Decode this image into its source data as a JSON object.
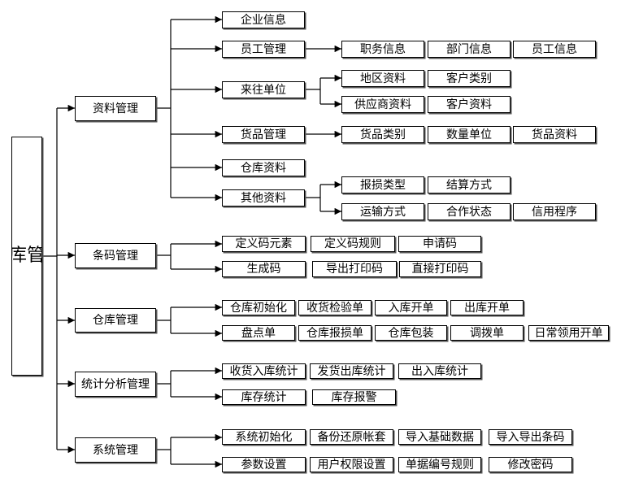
{
  "diagram": {
    "root": "条码仓库管理软件",
    "modules": {
      "m1": "资料管理",
      "m2": "条码管理",
      "m3": "仓库管理",
      "m4": "统计分析管理",
      "m5": "系统管理"
    },
    "nodes": {
      "n_qyxx": "企业信息",
      "n_yggl": "员工管理",
      "n_zwxx": "职务信息",
      "n_bmxx": "部门信息",
      "n_ygxx": "员工信息",
      "n_lwdw": "来往单位",
      "n_dqzl": "地区资料",
      "n_khlb": "客户类别",
      "n_gyszl": "供应商资料",
      "n_khzl": "客户资料",
      "n_hpgl": "货品管理",
      "n_hplb": "货品类别",
      "n_sldw": "数量单位",
      "n_hpzl": "货品资料",
      "n_ckzl": "仓库资料",
      "n_qtzl": "其他资料",
      "n_bslx": "报损类型",
      "n_jsfs": "结算方式",
      "n_ysfs": "运输方式",
      "n_hzzt": "合作状态",
      "n_xycx": "信用程序",
      "n_dymys": "定义码元素",
      "n_dymgz": "定义码规则",
      "n_sqm": "申请码",
      "n_scm": "生成码",
      "n_dcdym": "导出打印码",
      "n_zjdym": "直接打印码",
      "n_ckcsh": "仓库初始化",
      "n_shjyd": "收货检验单",
      "n_rkkd": "入库开单",
      "n_ckkd": "出库开单",
      "n_pdd": "盘点单",
      "n_ckbsd": "仓库报损单",
      "n_ckbz": "仓库包装",
      "n_dbd": "调拨单",
      "n_rclykd": "日常领用开单",
      "n_shrktj": "收货入库统计",
      "n_fhcktj": "发货出库统计",
      "n_crktj": "出入库统计",
      "n_kctj": "库存统计",
      "n_kcbj": "库存报警",
      "n_xtcsh": "系统初始化",
      "n_bfhyzt": "备份还原帐套",
      "n_drjcsj": "导入基础数据",
      "n_drdctm": "导入导出条码",
      "n_cssz": "参数设置",
      "n_yhqxsz": "用户权限设置",
      "n_djbhgz": "单据编号规则",
      "n_xgmm": "修改密码"
    }
  }
}
